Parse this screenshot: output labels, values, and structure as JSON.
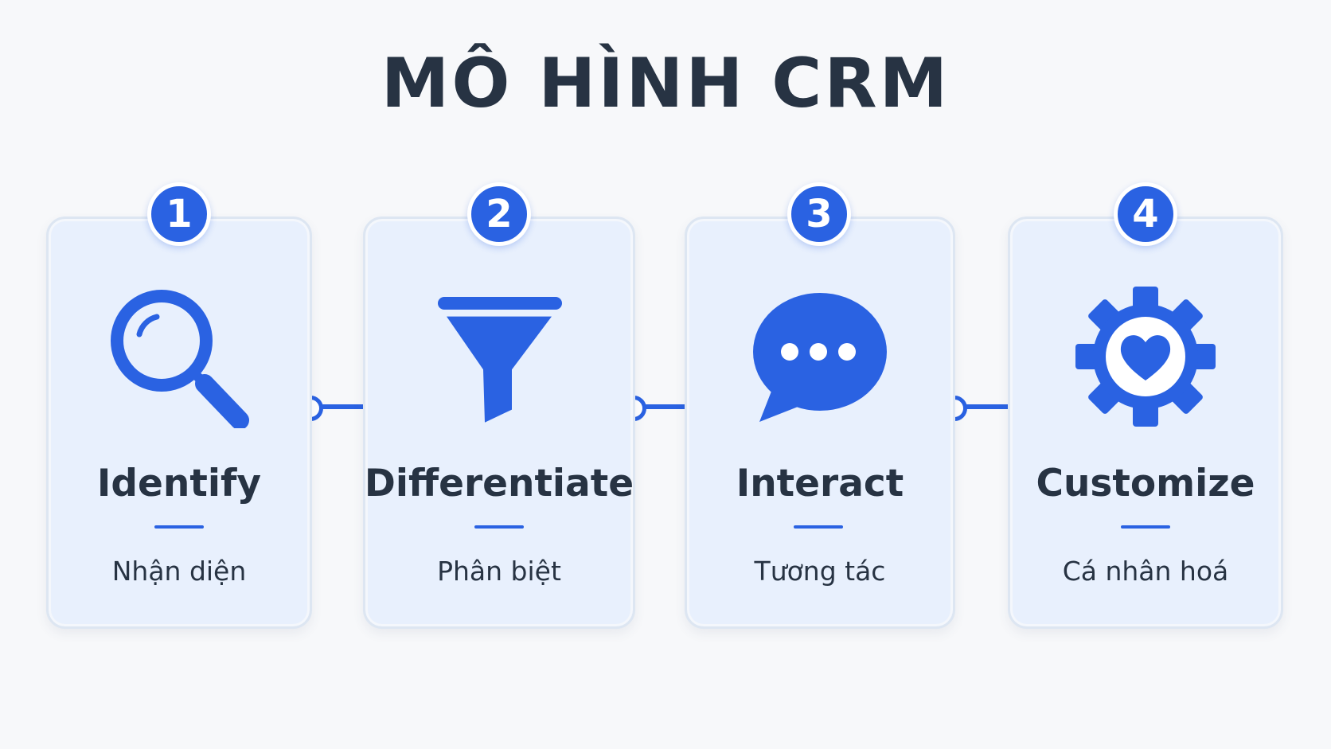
{
  "title": "MÔ HÌNH CRM",
  "colors": {
    "accent": "#2a62e2",
    "card_bg": "#e8f0fd",
    "text": "#273343",
    "page_bg": "#f7f8fa"
  },
  "steps": [
    {
      "number": "1",
      "title": "Identify",
      "subtitle": "Nhận diện",
      "icon": "magnifier-icon"
    },
    {
      "number": "2",
      "title": "Differentiate",
      "subtitle": "Phân biệt",
      "icon": "funnel-icon"
    },
    {
      "number": "3",
      "title": "Interact",
      "subtitle": "Tương tác",
      "icon": "chat-bubble-icon"
    },
    {
      "number": "4",
      "title": "Customize",
      "subtitle": "Cá nhân hoá",
      "icon": "gear-heart-icon"
    }
  ]
}
